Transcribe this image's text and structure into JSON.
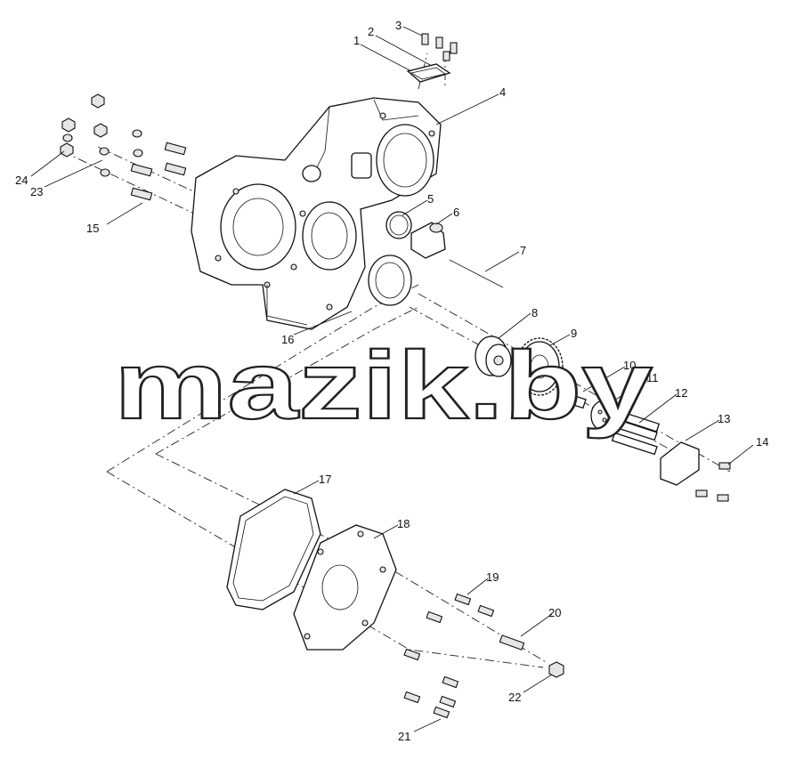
{
  "watermark": "mazik.by",
  "callouts": {
    "c1": "1",
    "c2": "2",
    "c3": "3",
    "c4": "4",
    "c5": "5",
    "c6": "6",
    "c7": "7",
    "c8": "8",
    "c9": "9",
    "c10": "10",
    "c11": "11",
    "c12": "12",
    "c13": "13",
    "c14": "14",
    "c15": "15",
    "c16": "16",
    "c17": "17",
    "c18": "18",
    "c19": "19",
    "c20": "20",
    "c21": "21",
    "c22": "22",
    "c23": "23",
    "c24": "24"
  }
}
